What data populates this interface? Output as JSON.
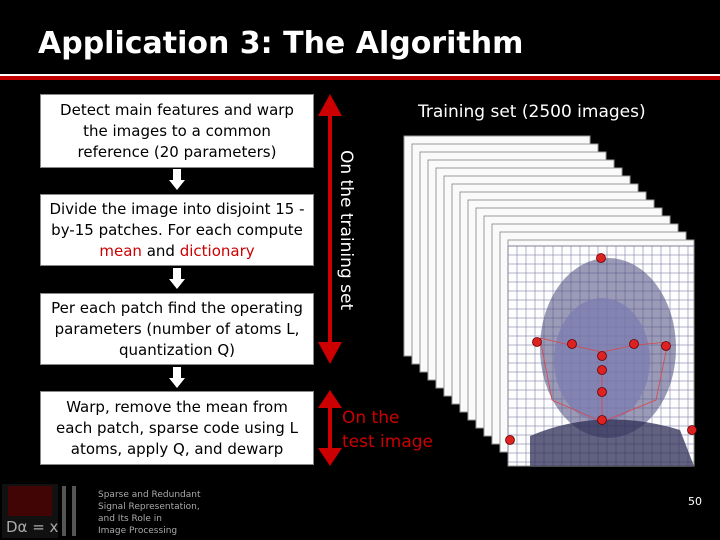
{
  "slide": {
    "title": "Application 3: The Algorithm",
    "page_number": "50"
  },
  "steps": [
    "Detect main features and warp the images to a common reference (20 parameters)",
    {
      "prefix": "Divide the image into disjoint 15 -by-15 patches. For each compute ",
      "mean": "mean",
      "and": " and ",
      "dictionary": "dictionary"
    },
    "Per each patch find the operating parameters (number of atoms L, quantization Q)",
    "Warp, remove the mean from each patch, sparse code using L atoms, apply Q, and dewarp"
  ],
  "labels": {
    "training_set": "Training set (2500 images)",
    "on_training_set": "On the training set",
    "on_test_image_1": "On the",
    "on_test_image_2": "test image"
  },
  "footer": {
    "lines": [
      "Sparse and Redundant",
      "Signal Representation,",
      "and Its Role in",
      "Image Processing"
    ],
    "logo_text": "Dα = x"
  },
  "colors": {
    "accent": "#cc0000",
    "background": "#000000"
  }
}
